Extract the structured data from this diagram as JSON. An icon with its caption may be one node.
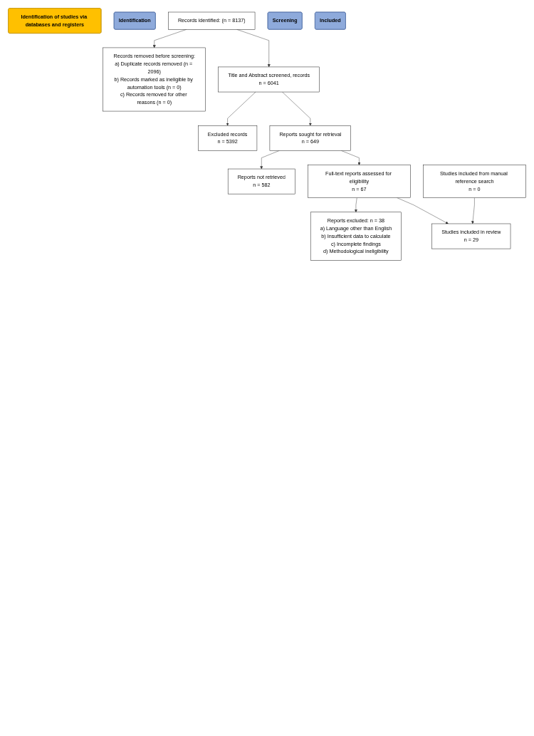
{
  "diagram": {
    "nodes": [
      {
        "text": [
          "Identification of studies via databases and registers"
        ]
      },
      {
        "text": [
          "Identification"
        ]
      },
      {
        "text": [
          "Records identified: (n = 8137)"
        ]
      },
      {
        "text": [
          "Records removed before screening:",
          "a) Duplicate records removed (n = 2096)",
          "b) Records marked as ineligible by automation tools (n = 0)",
          "c) Records removed for other reasons (n = 0)"
        ]
      },
      {
        "text": [
          "Screening"
        ]
      },
      {
        "text": [
          "Title and Abstract screened, records",
          "n = 6041"
        ]
      },
      {
        "text": [
          "Excluded records",
          "n = 5392"
        ]
      },
      {
        "text": [
          "Reports sought for retrieval",
          "n = 649"
        ]
      },
      {
        "text": [
          "Reports not retrieved",
          "n = 582"
        ]
      },
      {
        "text": [
          "Full-text reports assessed for eligibility",
          "n = 67"
        ]
      },
      {
        "text": [
          "Reports excluded: n = 38",
          "a) Language other than English",
          "b) Insufficient data to calculate",
          "c) Incomplete findings",
          "d) Methodological ineligibility"
        ]
      },
      {
        "text": [
          "Included"
        ]
      },
      {
        "text": [
          "Studies included from manual reference search",
          "n = 0"
        ]
      },
      {
        "text": [
          "Studies included in review",
          "n = 29"
        ]
      }
    ],
    "edges": [
      {
        "from": 2,
        "to": 3,
        "arrow": "to"
      },
      {
        "from": 2,
        "to": 5,
        "arrow": "to"
      },
      {
        "from": 5,
        "to": 6,
        "arrow": "to"
      },
      {
        "from": 5,
        "to": 7,
        "arrow": "to"
      },
      {
        "from": 7,
        "to": 8,
        "arrow": "to"
      },
      {
        "from": 7,
        "to": 9,
        "arrow": "to"
      },
      {
        "from": 9,
        "to": 10,
        "arrow": "to"
      },
      {
        "from": 9,
        "to": 13,
        "arrow": "to"
      },
      {
        "from": 12,
        "to": 13,
        "arrow": "to"
      }
    ]
  }
}
